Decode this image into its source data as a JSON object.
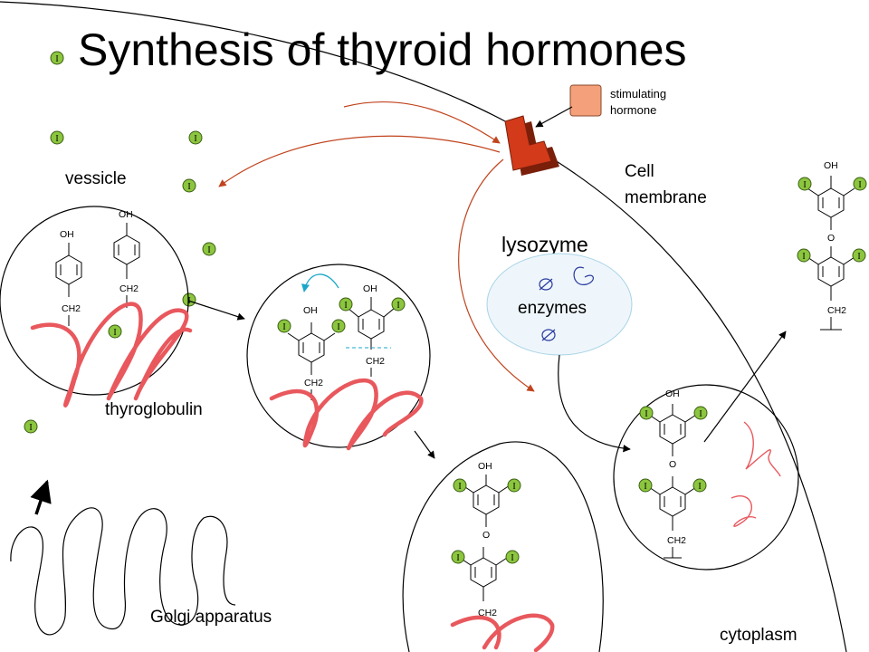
{
  "title": "Synthesis of thyroid hormones",
  "labels": {
    "stimulating_hormone_line1": "stimulating",
    "stimulating_hormone_line2": "hormone",
    "cell_membrane_line1": "Cell",
    "cell_membrane_line2": "membrane",
    "vessicle": "vessicle",
    "lysozyme": "lysozyme",
    "enzymes": "enzymes",
    "thyroglobulin": "thyroglobulin",
    "golgi": "Golgi apparatus",
    "cytoplasm": "cytoplasm"
  },
  "chem": {
    "oh": "OH",
    "ch2": "CH2",
    "o": "O",
    "iodine": "I"
  },
  "colors": {
    "iodine_fill": "#8cc63f",
    "thyroglobulin": "#e8585d",
    "receptor": "#d23a1a",
    "hormone": "#f4a07a",
    "lysozyme_fill": "#eef6fb",
    "arrow_red": "#c0441e",
    "arrow_teal": "#1aa7c9"
  }
}
